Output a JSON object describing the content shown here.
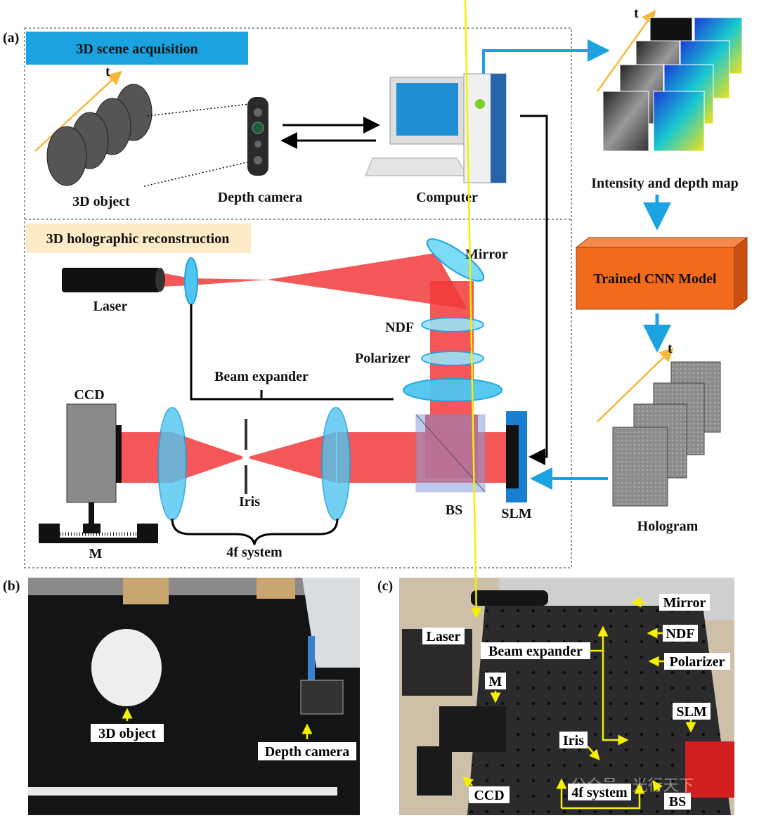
{
  "panels": {
    "a": {
      "label": "(a)",
      "acquisition_title": "3D scene acquisition",
      "reconstruction_title": "3D holographic reconstruction",
      "labels": {
        "time": "t",
        "object": "3D object",
        "depth_camera": "Depth camera",
        "computer": "Computer",
        "intensity_depth": "Intensity and depth map",
        "cnn": "Trained CNN Model",
        "hologram": "Hologram",
        "mirror": "Mirror",
        "laser": "Laser",
        "ndf": "NDF",
        "polarizer": "Polarizer",
        "beam_expander": "Beam expander",
        "ccd": "CCD",
        "iris": "Iris",
        "bs": "BS",
        "slm": "SLM",
        "m": "M",
        "four_f": "4f system"
      }
    },
    "b": {
      "label": "(b)",
      "labels": {
        "object": "3D object",
        "depth_camera": "Depth camera"
      }
    },
    "c": {
      "label": "(c)",
      "labels": {
        "laser": "Laser",
        "beam_expander": "Beam expander",
        "mirror": "Mirror",
        "ndf": "NDF",
        "polarizer": "Polarizer",
        "m": "M",
        "slm": "SLM",
        "iris": "Iris",
        "ccd": "CCD",
        "four_f": "4f system",
        "bs": "BS"
      },
      "watermark": "公众号 · 光行天下"
    }
  },
  "colors": {
    "acquisition_banner": "#1aa3e0",
    "reconstruction_banner": "#fdebc8",
    "cnn_box": "#f26a1b",
    "arrow_blue": "#1aa3e0",
    "beam_red": "#f23a3a",
    "time_axis": "#f5b83a",
    "callout_yellow": "#f5f000"
  }
}
